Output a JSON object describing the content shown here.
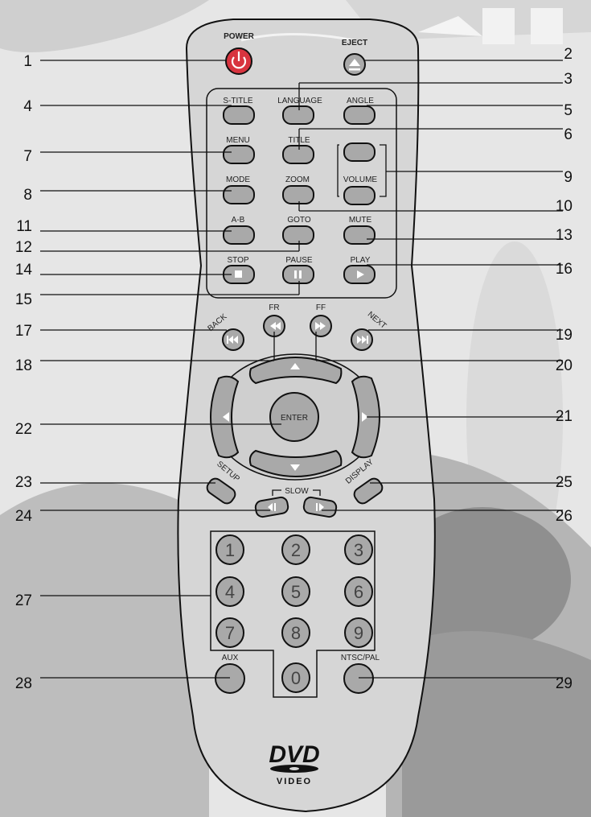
{
  "labels": {
    "power": "POWER",
    "eject": "EJECT",
    "s_title": "S-TITLE",
    "language": "LANGUAGE",
    "angle": "ANGLE",
    "menu": "MENU",
    "title": "TITLE",
    "mode": "MODE",
    "zoom": "ZOOM",
    "volume": "VOLUME",
    "ab": "A-B",
    "goto": "GOTO",
    "mute": "MUTE",
    "stop": "STOP",
    "pause": "PAUSE",
    "play": "PLAY",
    "fr": "FR",
    "ff": "FF",
    "back": "BACK",
    "next": "NEXT",
    "enter": "ENTER",
    "setup": "SETUP",
    "display": "DISPLAY",
    "slow": "SLOW",
    "aux": "AUX",
    "ntsc_pal": "NTSC/PAL",
    "digits": [
      "1",
      "2",
      "3",
      "4",
      "5",
      "6",
      "7",
      "8",
      "9",
      "0"
    ],
    "logo_dvd": "DVD",
    "logo_video": "VIDEO"
  },
  "callouts": [
    "1",
    "2",
    "3",
    "4",
    "5",
    "6",
    "7",
    "8",
    "9",
    "10",
    "11",
    "12",
    "13",
    "14",
    "15",
    "16",
    "17",
    "18",
    "19",
    "20",
    "21",
    "22",
    "23",
    "24",
    "25",
    "26",
    "27",
    "28",
    "29"
  ],
  "colors": {
    "power": "#d8343f",
    "button": "#a9a9a9",
    "body": "#d4d4d4"
  }
}
